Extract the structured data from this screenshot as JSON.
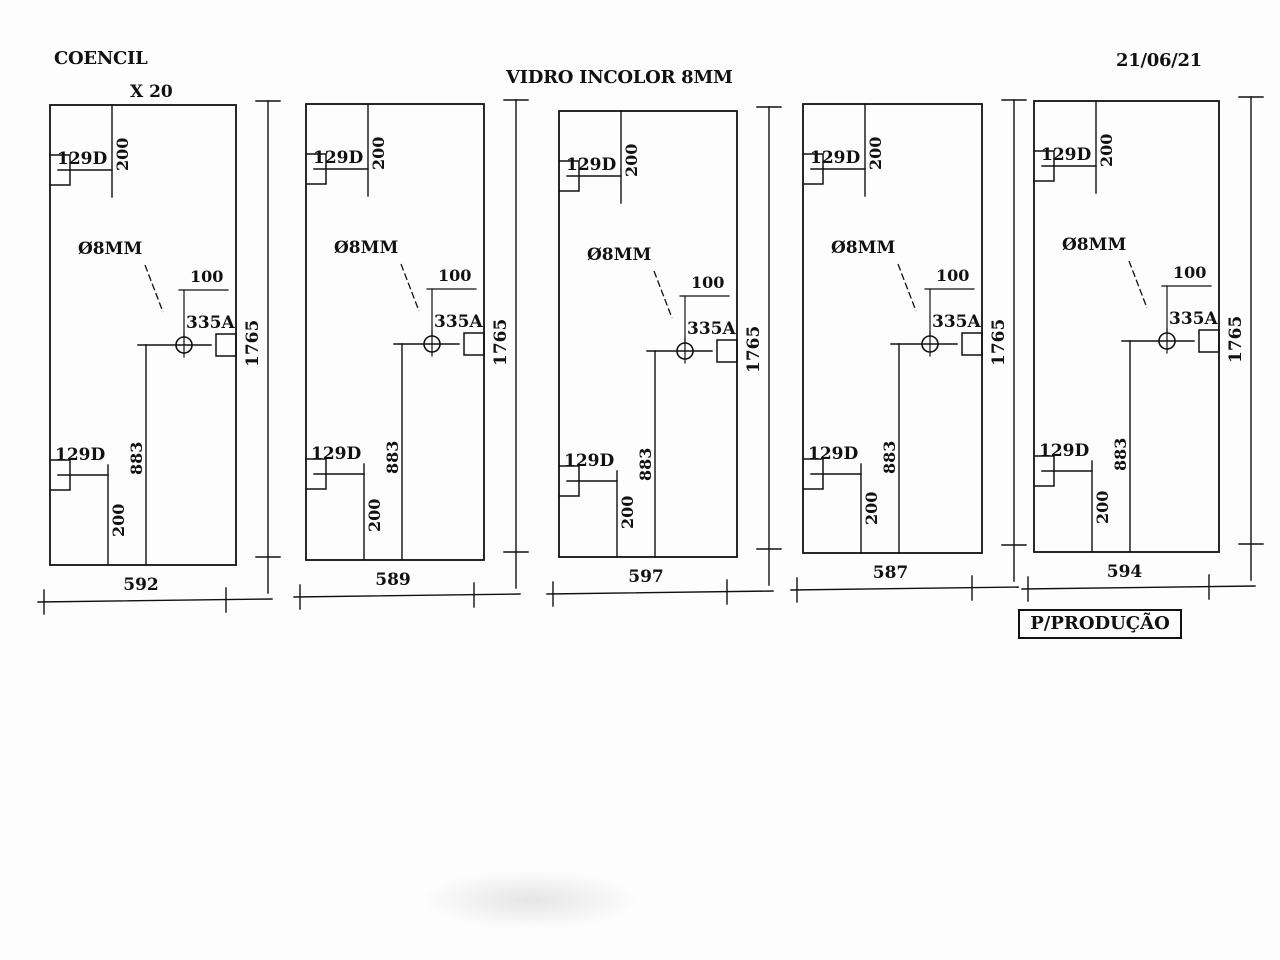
{
  "header": {
    "company": "COENCIL",
    "material": "VIDRO INCOLOR 8MM",
    "date": "21/06/21",
    "quantity": "X 20"
  },
  "footer": {
    "stamp": "P/PRODUÇÃO"
  },
  "panels": [
    {
      "width": "592",
      "height": "1765",
      "hinge_top": "129D",
      "hinge_bottom": "129D",
      "hinge_top_offset": "200",
      "hinge_bottom_offset": "200",
      "hole": "Ø8MM",
      "hole_edge_offset": "100",
      "lock": "335A",
      "lock_height": "883"
    },
    {
      "width": "589",
      "height": "1765",
      "hinge_top": "129D",
      "hinge_bottom": "129D",
      "hinge_top_offset": "200",
      "hinge_bottom_offset": "200",
      "hole": "Ø8MM",
      "hole_edge_offset": "100",
      "lock": "335A",
      "lock_height": "883"
    },
    {
      "width": "597",
      "height": "1765",
      "hinge_top": "129D",
      "hinge_bottom": "129D",
      "hinge_top_offset": "200",
      "hinge_bottom_offset": "200",
      "hole": "Ø8MM",
      "hole_edge_offset": "100",
      "lock": "335A",
      "lock_height": "883"
    },
    {
      "width": "587",
      "height": "1765",
      "hinge_top": "129D",
      "hinge_bottom": "129D",
      "hinge_top_offset": "200",
      "hinge_bottom_offset": "200",
      "hole": "Ø8MM",
      "hole_edge_offset": "100",
      "lock": "335A",
      "lock_height": "883"
    },
    {
      "width": "594",
      "height": "1765",
      "hinge_top": "129D",
      "hinge_bottom": "129D",
      "hinge_top_offset": "200",
      "hinge_bottom_offset": "200",
      "hole": "Ø8MM",
      "hole_edge_offset": "100",
      "lock": "335A",
      "lock_height": "883"
    }
  ]
}
